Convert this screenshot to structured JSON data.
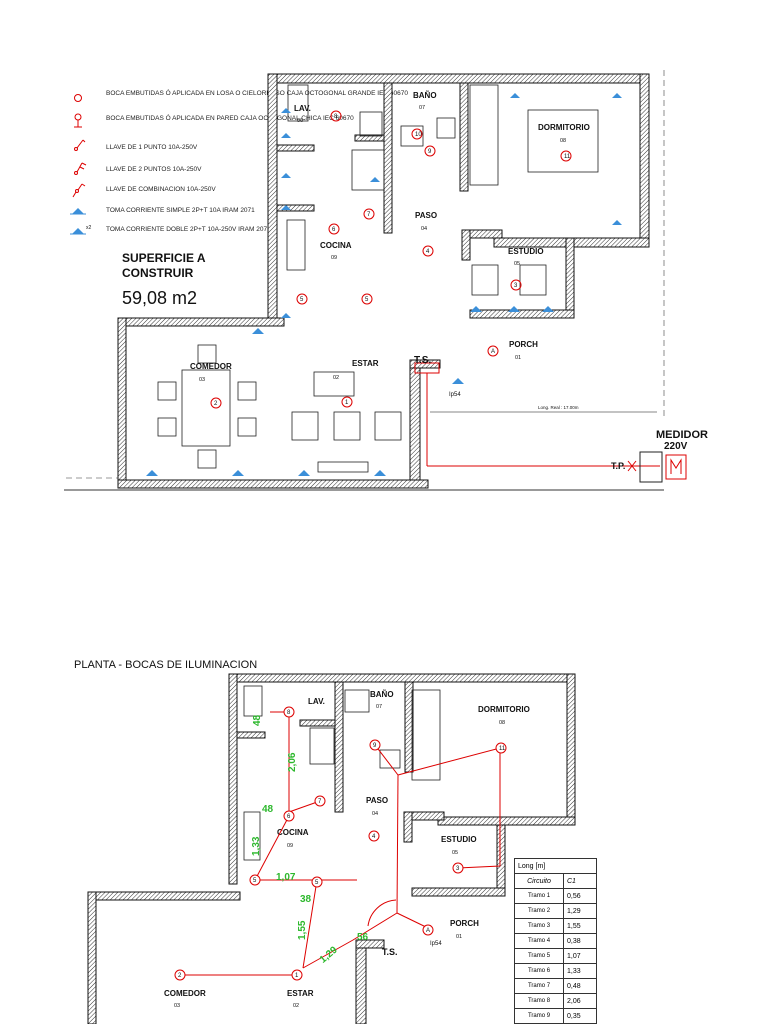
{
  "legend": [
    {
      "icon": "boca-techo-icon",
      "text": "BOCA EMBUTIDAS Ó APLICADA EN LOSA O CIELORRASO CAJA OCTOGONAL GRANDE IEC 60670"
    },
    {
      "icon": "boca-pared-icon",
      "text": "BOCA EMBUTIDAS Ó APLICADA EN PARED CAJA OCTOGONAL CHICA IEC 60670"
    },
    {
      "icon": "llave-1-punto-icon",
      "text": "LLAVE DE 1 PUNTO 10A-250V"
    },
    {
      "icon": "llave-2-puntos-icon",
      "text": "LLAVE DE 2 PUNTOS 10A-250V"
    },
    {
      "icon": "llave-combinacion-icon",
      "text": "LLAVE DE COMBINACION 10A-250V"
    },
    {
      "icon": "toma-simple-icon",
      "text": "TOMA CORRIENTE SIMPLE 2P+T 10A IRAM 2071"
    },
    {
      "icon": "toma-doble-icon",
      "text": "TOMA CORRIENTE DOBLE 2P+T 10A-250V IRAM 2071"
    }
  ],
  "superficie": {
    "title": "SUPERFICIE A",
    "title2": "CONSTRUIR",
    "value": "59,08 m2"
  },
  "plan1": {
    "rooms": {
      "lav": {
        "name": "LAV.",
        "num": "06"
      },
      "bano": {
        "name": "BAÑO",
        "num": "07"
      },
      "dormitorio": {
        "name": "DORMITORIO",
        "num": "08"
      },
      "paso": {
        "name": "PASO",
        "num": "04"
      },
      "estudio": {
        "name": "ESTUDIO",
        "num": "05"
      },
      "cocina": {
        "name": "COCINA",
        "num": "09"
      },
      "comedor": {
        "name": "COMEDOR",
        "num": "03"
      },
      "estar": {
        "name": "ESTAR",
        "num": "02"
      },
      "porch": {
        "name": "PORCH",
        "num": "01"
      }
    },
    "medidor": "MEDIDOR",
    "medidor_v": "220V",
    "tp": "T.P.",
    "ts": "T.S.",
    "long_real": "Long. Real : 17.00m",
    "ip": "Ip54"
  },
  "plan2": {
    "title": "PLANTA  - BOCAS DE ILUMINACION",
    "lengths": [
      "48",
      "2,06",
      "48",
      "1,33",
      "1,07",
      "38",
      "1,55",
      "1,29",
      "56"
    ]
  },
  "table": {
    "header1": "Long [m]",
    "header2a": "Circuito",
    "header2b": "C1",
    "rows": [
      {
        "k": "Tramo 1",
        "v": "0,56"
      },
      {
        "k": "Tramo 2",
        "v": "1,29"
      },
      {
        "k": "Tramo 3",
        "v": "1,55"
      },
      {
        "k": "Tramo 4",
        "v": "0,38"
      },
      {
        "k": "Tramo 5",
        "v": "1,07"
      },
      {
        "k": "Tramo 6",
        "v": "1,33"
      },
      {
        "k": "Tramo 7",
        "v": "0,48"
      },
      {
        "k": "Tramo 8",
        "v": "2,06"
      },
      {
        "k": "Tramo 9",
        "v": "0,35"
      }
    ]
  }
}
